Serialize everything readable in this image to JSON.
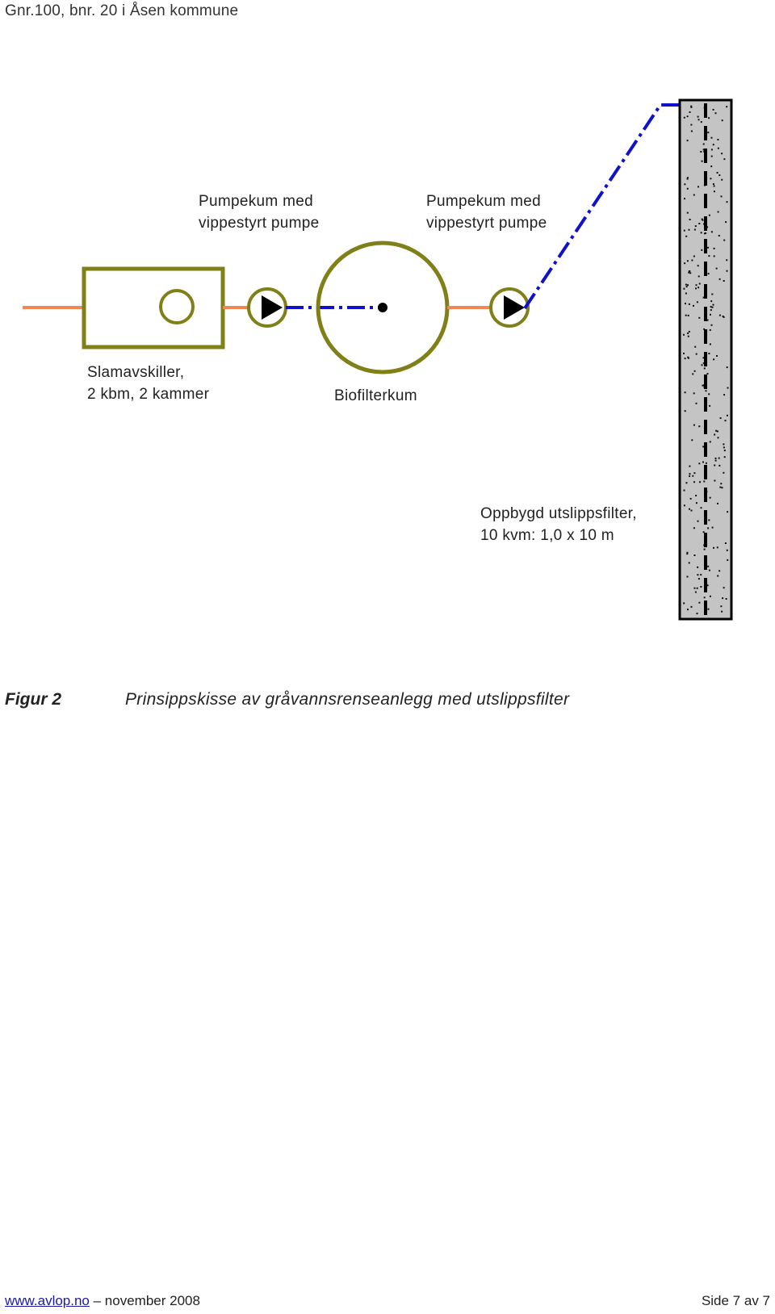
{
  "header": {
    "title": "Gnr.100, bnr. 20 i Åsen kommune"
  },
  "diagram": {
    "labels": {
      "pump1": [
        "Pumpekum med",
        "vippestyrt pumpe"
      ],
      "pump2": [
        "Pumpekum med",
        "vippestyrt pumpe"
      ],
      "septic_tank": [
        "Slamavskiller,",
        "2 kbm, 2 kammer"
      ],
      "biofilter": "Biofilterkum",
      "discharge_filter": [
        "Oppbygd utslippsfilter,",
        "10 kvm: 1,0 x 10 m"
      ]
    },
    "colors": {
      "inlet_pipe": "#ee8855",
      "pressure_pipe": "#1111cc",
      "tank_outline": "#808018",
      "filter_fill": "#c4c4c4",
      "filter_outline": "#000000"
    }
  },
  "figure": {
    "number": "Figur 2",
    "caption": "Prinsippskisse av gråvannsrenseanlegg med utslippsfilter"
  },
  "footer": {
    "link": "www.avlop.no",
    "date": " – november 2008",
    "page": "Side 7 av 7"
  }
}
